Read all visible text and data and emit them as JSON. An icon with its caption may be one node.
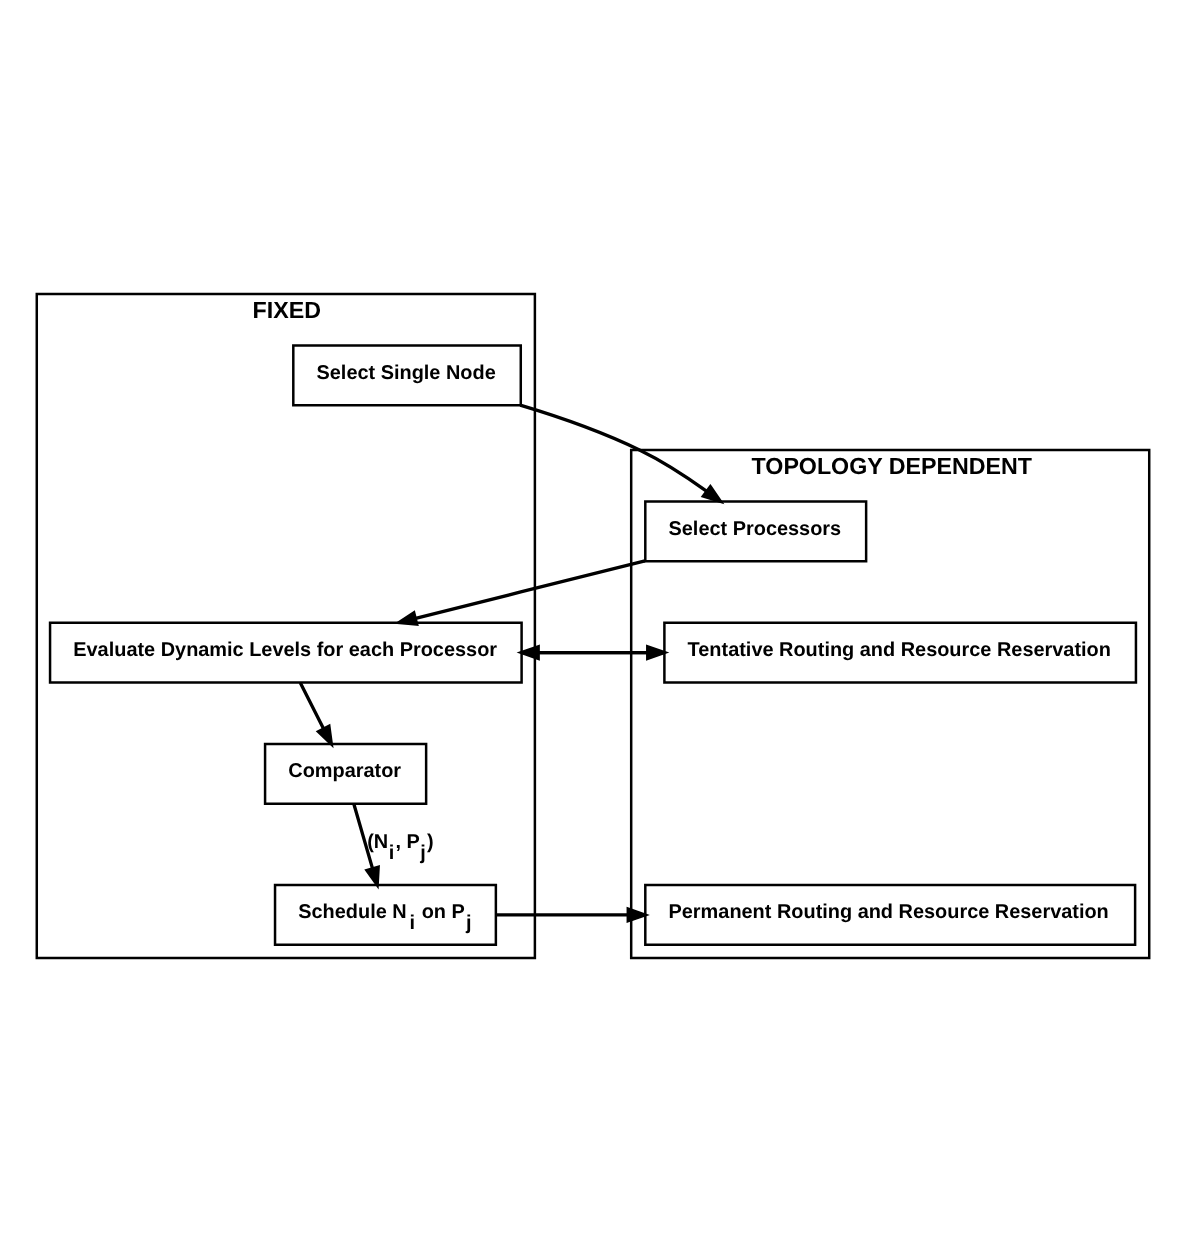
{
  "diagram": {
    "nodes": [
      {
        "text": [
          "FIXED"
        ]
      },
      {
        "text": [
          "Select Single Node"
        ],
        "in": 0
      },
      {
        "text": [
          "Evaluate Dynamic Levels for each Processor"
        ],
        "in": 0
      },
      {
        "text": [
          "Comparator"
        ],
        "in": 0
      },
      {
        "text": [
          "Schedule N$_{i}$ on P$_{j}$"
        ],
        "in": 0
      },
      {
        "text": [
          "TOPOLOGY DEPENDENT"
        ]
      },
      {
        "text": [
          "Select Processors"
        ],
        "in": 5
      },
      {
        "text": [
          "Tentative Routing and Resource Reservation"
        ],
        "in": 5
      },
      {
        "text": [
          "Permanent Routing and Resource Reservation"
        ],
        "in": 5
      }
    ],
    "edges": [
      {
        "from": 1,
        "to": 6,
        "arrow": "to"
      },
      {
        "from": 6,
        "to": 2,
        "arrow": "to"
      },
      {
        "from": 2,
        "to": 7,
        "arrow": "to"
      },
      {
        "from": 7,
        "to": 2,
        "arrow": "to"
      },
      {
        "from": 2,
        "to": 3,
        "arrow": "to"
      },
      {
        "from": 3,
        "to": 4,
        "arrow": "to",
        "label": "(N$_{i}$, P$_{j}$)"
      },
      {
        "from": 4,
        "to": 8,
        "arrow": "to"
      }
    ]
  }
}
